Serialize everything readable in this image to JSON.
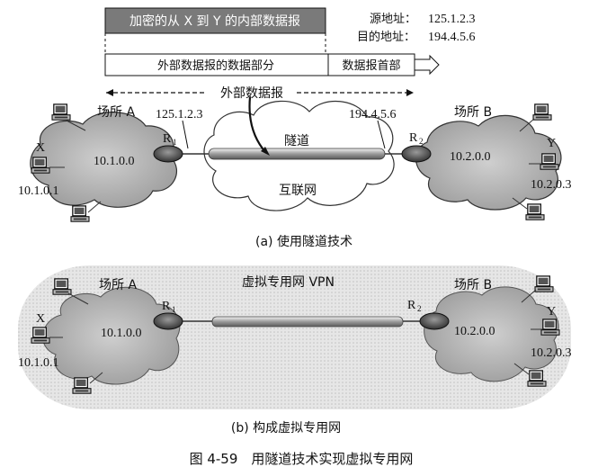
{
  "header": {
    "encrypted_label": "加密的从 X 到 Y 的内部数据报",
    "source_addr_label": "源地址：",
    "source_addr_value": "125.1.2.3",
    "dest_addr_label": "目的地址：",
    "dest_addr_value": "194.4.5.6",
    "outer_data_label": "外部数据报的数据部分",
    "outer_header_label": "数据报首部",
    "outer_datagram_label": "外部数据报"
  },
  "diagram_a": {
    "site_a_label": "场所 A",
    "site_b_label": "场所 B",
    "net_a": "10.1.0.0",
    "net_b": "10.2.0.0",
    "host_x_label": "X",
    "host_x_ip": "10.1.0.1",
    "host_y_label": "Y",
    "host_y_ip": "10.2.0.3",
    "r1_ip": "125.1.2.3",
    "r2_ip": "194.4.5.6",
    "r1_label": "R",
    "r1_sub": "1",
    "r2_label": "R",
    "r2_sub": "2",
    "tunnel_label": "隧道",
    "internet_label": "互联网",
    "caption": "(a) 使用隧道技术"
  },
  "diagram_b": {
    "site_a_label": "场所 A",
    "site_b_label": "场所 B",
    "vpn_label": "虚拟专用网 VPN",
    "net_a": "10.1.0.0",
    "net_b": "10.2.0.0",
    "host_x_label": "X",
    "host_x_ip": "10.1.0.1",
    "host_y_label": "Y",
    "host_y_ip": "10.2.0.3",
    "r1_label": "R",
    "r1_sub": "1",
    "r2_label": "R",
    "r2_sub": "2",
    "caption": "(b) 构成虚拟专用网"
  },
  "figure_caption": "图 4-59　用隧道技术实现虚拟专用网"
}
